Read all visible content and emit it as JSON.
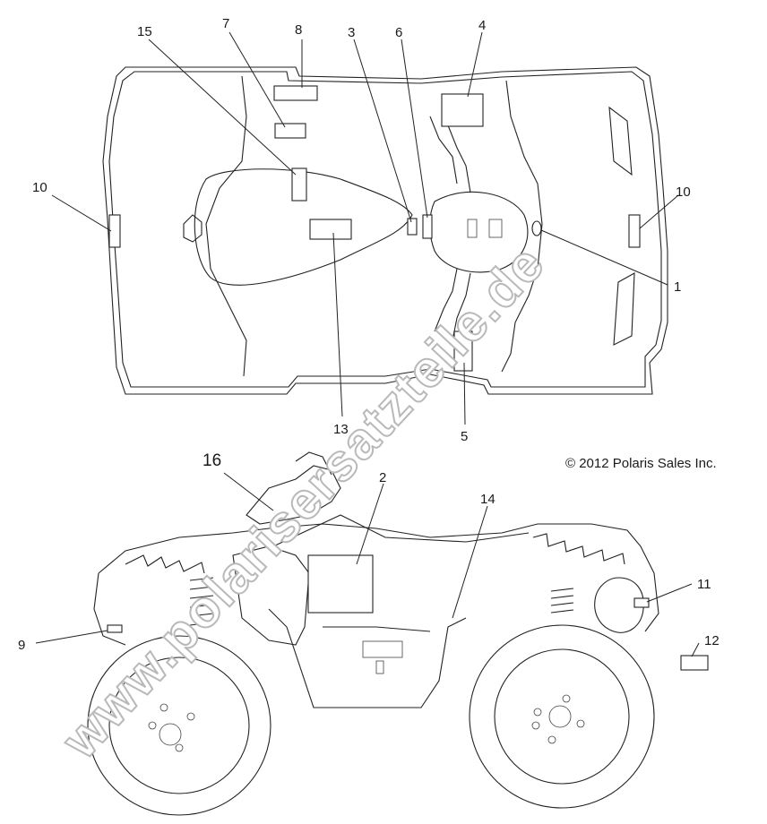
{
  "diagram": {
    "copyright": "© 2012 Polaris Sales Inc.",
    "watermark": "www.polarisersatzteile.de",
    "callouts": [
      "1",
      "2",
      "3",
      "4",
      "5",
      "6",
      "7",
      "8",
      "9",
      "10",
      "10",
      "11",
      "12",
      "13",
      "14",
      "15",
      "16"
    ]
  }
}
